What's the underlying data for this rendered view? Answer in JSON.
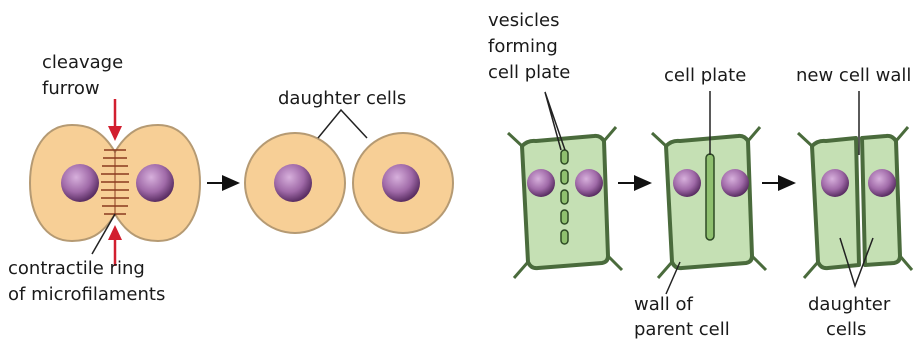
{
  "labels": {
    "cleavage_furrow_1": "cleavage",
    "cleavage_furrow_2": "furrow",
    "daughter_cells_animal": "daughter cells",
    "contractile_ring_1": "contractile ring",
    "contractile_ring_2": "of microfilaments",
    "vesicles_1": "vesicles",
    "vesicles_2": "forming",
    "vesicles_3": "cell plate",
    "cell_plate": "cell plate",
    "new_cell_wall": "new cell wall",
    "wall_parent_1": "wall of",
    "wall_parent_2": "parent cell",
    "daughter_plant_1": "daughter",
    "daughter_plant_2": "cells"
  },
  "colors": {
    "animal_cytoplasm": "#f7cf96",
    "animal_membrane": "#b59a73",
    "nucleus": "#a06aa8",
    "plant_cytoplasm": "#c5e0b4",
    "plant_wall": "#4a6b3c",
    "furrow_arrow": "#d21f2f",
    "leader_line": "#222222"
  }
}
